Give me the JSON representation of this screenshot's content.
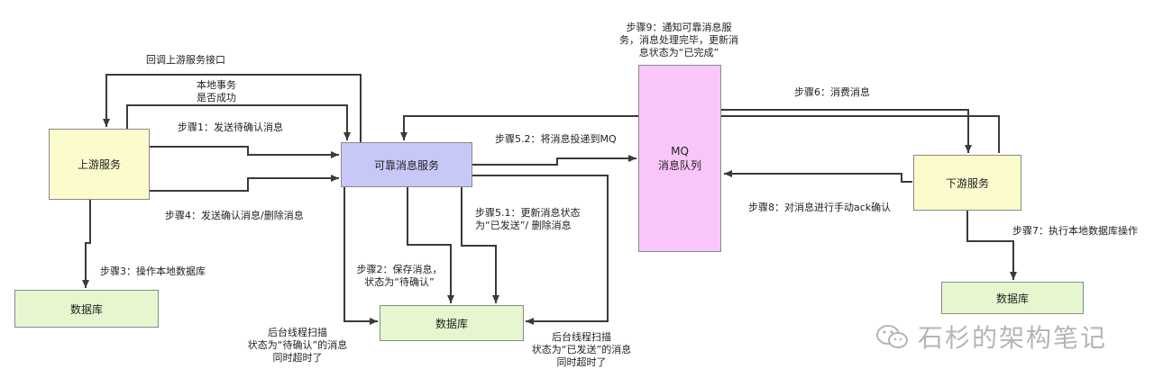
{
  "nodes": {
    "upstream": "上游服务",
    "reliable": "可靠消息服务",
    "mq_title": "MQ",
    "mq_sub": "消息队列",
    "downstream": "下游服务",
    "db_left": "数据库",
    "db_mid": "数据库",
    "db_right": "数据库"
  },
  "labels": {
    "callback": "回调上游服务接口",
    "local_tx_1": "本地事务",
    "local_tx_2": "是否成功",
    "step1": "步骤1：发送待确认消息",
    "step4": "步骤4：发送确认消息/删除消息",
    "step3": "步骤3：操作本地数据库",
    "step2_1": "步骤2：保存消息，",
    "step2_2": "状态为“待确认”",
    "step51_1": "步骤5.1：更新消息状态",
    "step51_2": "为“已发送”/ 删除消息",
    "step52": "步骤5.2：将消息投递到MQ",
    "step6": "步骤6：消费消息",
    "step7": "步骤7：执行本地数据库操作",
    "step8": "步骤8：对消息进行手动ack确认",
    "step9_1": "步骤9：通知可靠消息服",
    "step9_2": "务，消息处理完毕，更新消",
    "step9_3": "息状态为“已完成”",
    "scan_left_1": "后台线程扫描",
    "scan_left_2": "状态为“待确认”的消息",
    "scan_left_3": "同时超时了",
    "scan_right_1": "后台线程扫描",
    "scan_right_2": "状态为“已发送”的消息",
    "scan_right_3": "同时超时了"
  },
  "watermark": "石杉的架构笔记",
  "colors": {
    "service": "#fbfbcc",
    "database": "#e6f7cf",
    "reliable": "#c8c8f8",
    "mq": "#fac6fa",
    "line": "#3a3a3a"
  }
}
